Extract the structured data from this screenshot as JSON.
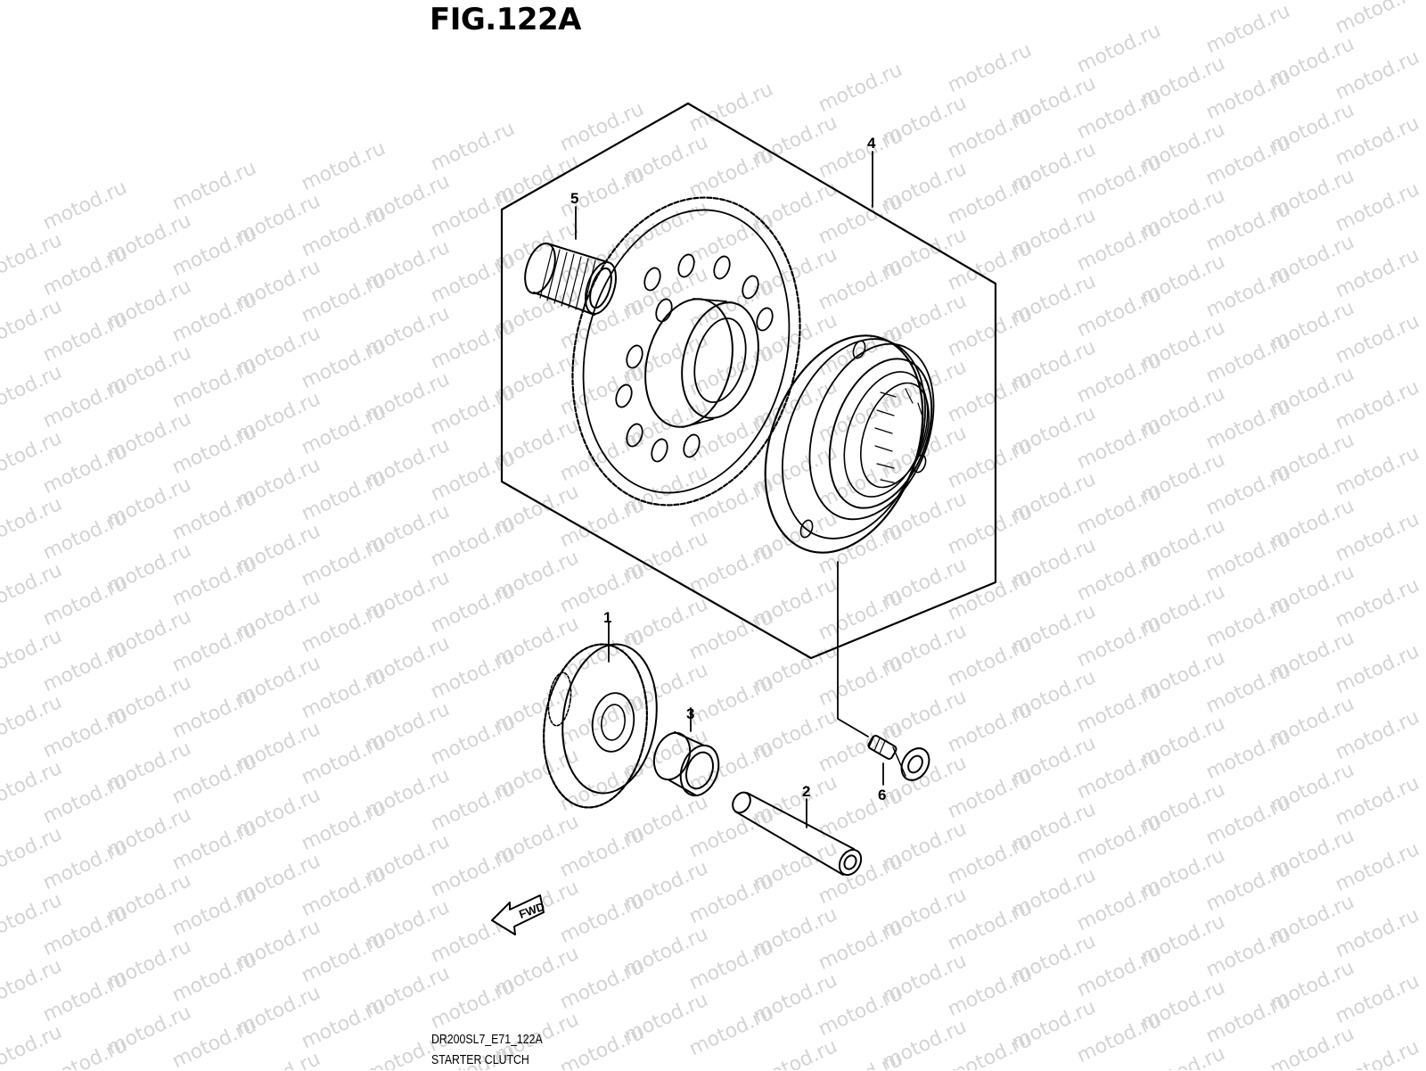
{
  "figure": {
    "title": "FIG.122A",
    "code": "DR200SL7_E71_122A",
    "name": "STARTER CLUTCH"
  },
  "watermark": {
    "text": "motod.ru",
    "color": "#d4d4d4"
  },
  "fwd_label": "FWD",
  "callouts": [
    {
      "id": "1",
      "label": "1"
    },
    {
      "id": "2",
      "label": "2"
    },
    {
      "id": "3",
      "label": "3"
    },
    {
      "id": "4",
      "label": "4"
    },
    {
      "id": "5",
      "label": "5"
    },
    {
      "id": "6",
      "label": "6"
    }
  ]
}
